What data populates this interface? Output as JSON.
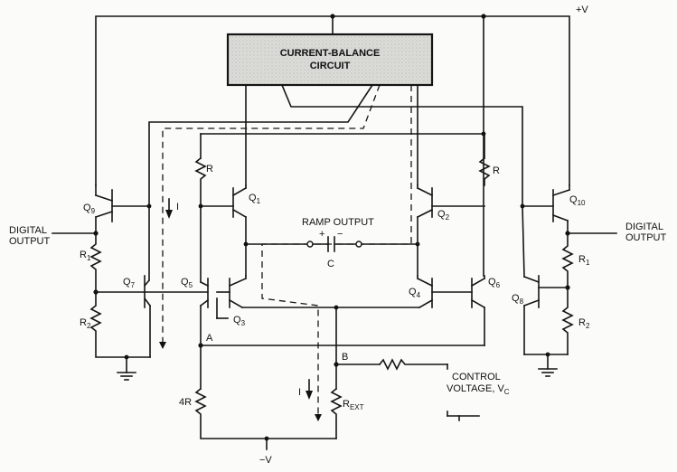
{
  "circuit": {
    "block_title_line1": "CURRENT-BALANCE",
    "block_title_line2": "CIRCUIT",
    "supply_pos": "+V",
    "supply_neg": "−V",
    "ramp_output": "RAMP OUTPUT",
    "cap_plus": "+",
    "cap_minus": "−",
    "cap": "C",
    "digital_output_left_1": "DIGITAL",
    "digital_output_left_2": "OUTPUT",
    "digital_output_right_1": "DIGITAL",
    "digital_output_right_2": "OUTPUT",
    "control_voltage_1": "CONTROL",
    "control_voltage_2": "VOLTAGE, V",
    "control_voltage_sub": "C",
    "node_a": "A",
    "node_b": "B",
    "current_label": "I",
    "r_left": "R",
    "r_right": "R",
    "r_4r": "4R",
    "r_ext": "R",
    "r_ext_sub": "EXT",
    "r1_left": "R",
    "r1_left_sub": "1",
    "r2_left": "R",
    "r2_left_sub": "2",
    "r1_right": "R",
    "r1_right_sub": "1",
    "r2_right": "R",
    "r2_right_sub": "2",
    "transistors": {
      "q1": "Q",
      "q1_sub": "1",
      "q2": "Q",
      "q2_sub": "2",
      "q3": "Q",
      "q3_sub": "3",
      "q4": "Q",
      "q4_sub": "4",
      "q5": "Q",
      "q5_sub": "5",
      "q6": "Q",
      "q6_sub": "6",
      "q7": "Q",
      "q7_sub": "7",
      "q8": "Q",
      "q8_sub": "8",
      "q9": "Q",
      "q9_sub": "9",
      "q10": "Q",
      "q10_sub": "10"
    },
    "colors": {
      "block_fill": "#d6d6d2",
      "ink": "#151515"
    }
  }
}
